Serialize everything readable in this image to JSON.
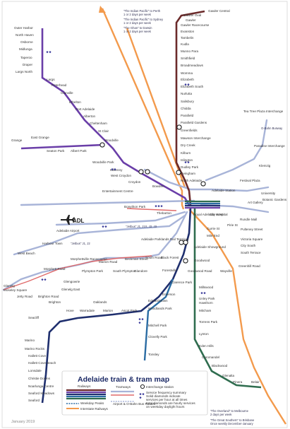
{
  "map": {
    "title": "Adelaide train & tram map",
    "date": "January 2019",
    "airport_code": "ADL",
    "colors": {
      "gawler": "#6b2a2a",
      "outer_harbor": "#6a3ea8",
      "grange": "#6a3ea8",
      "seaford": "#1f2f6e",
      "tonsley": "#2b6ca3",
      "belair": "#2f6d4f",
      "tram": "#a8b4d8",
      "interstate": "#f39a4c",
      "zone": "#e06a6a"
    }
  },
  "notes": {
    "indian_pacific_1": "\"The Indian Pacific\" to Perth",
    "indian_pacific_1b": "1 or 2 days per week",
    "indian_pacific_2": "\"The Indian Pacific\" to Sydney",
    "indian_pacific_2b": "1 or 2 days per week",
    "ghan": "\"The Ghan\" to Darwin",
    "ghan_b": "1 or 2 days per week",
    "overland": "\"The Overland\" to Melbourne",
    "overland_b": "2 days per week",
    "great_southern": "\"The Great Southern\" to Brisbane",
    "great_southern_b": "Once weekly December-January",
    "jetbus": "\"Jetbus\" J1, J2",
    "jetbus_2": "\"Jetbus\" J1, J1X, J2, J3"
  },
  "stations": {
    "gawler_central": "Gawler Central",
    "gawler_oval": "Gawler Oval",
    "gawler": "Gawler",
    "gawler_racecourse": "Gawler Racecourse",
    "evanston": "Evanston",
    "tambelin": "Tambelin",
    "kudla": "Kudla",
    "munno_para": "Munno Para",
    "smithfield": "Smithfield",
    "broadmeadows": "Broadmeadows",
    "womma": "Womma",
    "elizabeth": "Elizabeth",
    "elizabeth_south": "Elizabeth South",
    "nurlutta": "Nurlutta",
    "salisbury": "Salisbury",
    "chidda": "Chidda",
    "parafield": "Parafield",
    "parafield_gardens": "Parafield Gardens",
    "greenfields": "Greenfields",
    "mawson_interchange": "Mawson Interchange",
    "dry_creek": "Dry Creek",
    "kilburn": "Kilburn",
    "islington": "Islington",
    "dudley_park": "Dudley Park",
    "ovingham": "Ovingham",
    "north_adelaide": "North Adelaide",
    "adelaide_station": "Adelaide Station",
    "outer_harbor": "Outer Harbor",
    "north_haven": "North Haven",
    "osborne": "Osborne",
    "midlunga": "Midlunga",
    "taperoo": "Taperoo",
    "draper": "Draper",
    "largs_north": "Largs North",
    "largs": "Largs",
    "peterhead": "Peterhead",
    "glanville": "Glanville",
    "ethelton": "Ethelton",
    "port_adelaide": "Port Adelaide",
    "alberton": "Alberton",
    "cheltenham": "Cheltenham",
    "st_clair": "St Clair",
    "woodville": "Woodville",
    "woodville_park": "Woodville Park",
    "kilkenny": "Kilkenny",
    "west_croydon": "West Croydon",
    "croydon": "Croydon",
    "bowden": "Bowden",
    "entertainment_centre": "Entertainment Centre",
    "grange": "Grange",
    "east_grange": "East Grange",
    "seaton_park": "Seaton Park",
    "albert_park": "Albert Park",
    "tea_tree_plaza": "Tea Tree Plaza Interchange",
    "obahn": "O-Bahn Busway",
    "paradise": "Paradise Interchange",
    "klemzig": "Klemzig",
    "festival_plaza": "Festival Plaza",
    "art_gallery": "Art Gallery",
    "university": "University",
    "botanic_gardens": "Botanic Gardens",
    "rundle_mall": "Rundle Mall",
    "pirie_st": "Pirie St",
    "city_west": "City West",
    "royal_adelaide": "Royal Adelaide Hospital",
    "bonython_park": "Bonython Park",
    "thebarton": "Thebarton",
    "currie_st": "Currie St",
    "mile_end": "Mile End",
    "pulteney": "Pulteney Street",
    "victoria_square": "Victoria Square",
    "city_south": "City South",
    "south_terrace": "South Terrace",
    "adelaide_airport": "Adelaide Airport",
    "harbour_town": "Harbour Town",
    "west_beach": "West Beach",
    "parklands": "Adelaide Parklands Rail Terminal",
    "adelaide_showground": "Adelaide Showground",
    "goodwood": "Goodwood",
    "goodwood_road": "Goodwood Road",
    "wayville": "Wayville",
    "greenhill_road": "Greenhill Road",
    "forestville": "Forestville",
    "black_forest": "Black Forest",
    "south_road": "South Road",
    "beckman_street": "Beckman Street",
    "glandore": "Glandore",
    "south_plympton": "South Plympton",
    "plympton_park": "Plympton Park",
    "marion_road": "Marion Road",
    "morphettville_racecourse": "Morphettville Racecourse",
    "morphett_road": "Morphett Road",
    "glengowrie": "Glengowrie",
    "glenelg_east": "Glenelg East",
    "brighton_road": "Brighton Road",
    "jetty_road": "Jetty Road",
    "glenelg": "Glenelg",
    "moseley": "Moseley Square",
    "millswood": "Millswood",
    "unley_park": "Unley Park",
    "hawthorn": "Hawthorn",
    "mitcham": "Mitcham",
    "torrens_park": "Torrens Park",
    "lynton": "Lynton",
    "eden_hills": "Eden Hills",
    "coromandel": "Coromandel",
    "blackwood": "Blackwood",
    "glenalta": "Glenalta",
    "pinera": "Pinera",
    "belair": "Belair",
    "clarence_park": "Clarence Park",
    "emerson": "Emerson",
    "edwardstown": "Edwardstown",
    "woodlands_park": "Woodlands Park",
    "mitchell_park": "Mitchell Park",
    "clovelly_park": "Clovelly Park",
    "tonsley": "Tonsley",
    "ascot_park": "Ascot Park",
    "marion": "Marion",
    "oaklands": "Oaklands",
    "warradale": "Warradale",
    "hove": "Hove",
    "brighton": "Brighton",
    "seacliff": "Seacliff",
    "marino": "Marino",
    "marino_rocks": "Marino Rocks",
    "hallett_cove": "Hallett Cove",
    "hallett_cove_beach": "Hallett Cove Beach",
    "lonsdale": "Lonsdale",
    "christie_downs": "Christie Downs",
    "noarlunga": "Noarlunga Centre",
    "seaford_meadows": "Seaford Meadows",
    "seaford": "Seaford"
  },
  "legend": {
    "railways": "Railways",
    "tramways": "Tramways",
    "weekday_peaks": "Weekday Peaks",
    "interstate": "Interstate Railways",
    "airport_bus": "Airport & O-Bahn Bus Routes",
    "interchange": "Interchange station",
    "service_summary_1": "Service frequency summary",
    "service_summary_2": "Solid diamonds indicate",
    "service_summary_3": "services per hour at all times",
    "service_summary_4": "total diamonds are hourly services",
    "service_summary_5": "on weekday daylight hours"
  }
}
